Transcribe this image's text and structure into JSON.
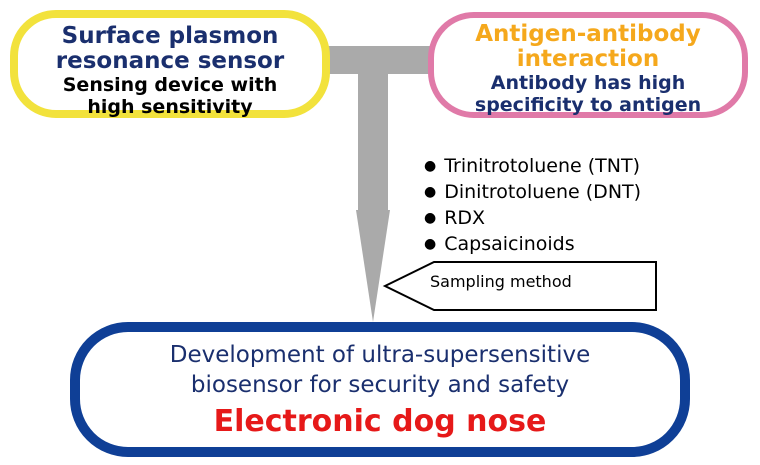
{
  "left_box": {
    "title_line1": "Surface plasmon",
    "title_line2": "resonance sensor",
    "sub_line1": "Sensing device with",
    "sub_line2": "high sensitivity"
  },
  "right_box": {
    "title_line1": "Antigen-antibody",
    "title_line2": "interaction",
    "sub_line1": "Antibody has high",
    "sub_line2": "specificity to antigen"
  },
  "targets": [
    "Trinitrotoluene (TNT)",
    "Dinitrotoluene (DNT)",
    "RDX",
    "Capsaicinoids"
  ],
  "sampling_label": "Sampling method",
  "main_box": {
    "line1": "Development of ultra-supersensitive",
    "line2": "biosensor for security and safety",
    "highlight": "Electronic dog nose"
  },
  "colors": {
    "left_border": "#f2e23c",
    "right_border": "#e07aa8",
    "main_border": "#0f3f96",
    "navy_text": "#1a2f6e",
    "orange_text": "#f5a81c",
    "red_text": "#e61919",
    "connector_gray": "#aaaaaa"
  }
}
